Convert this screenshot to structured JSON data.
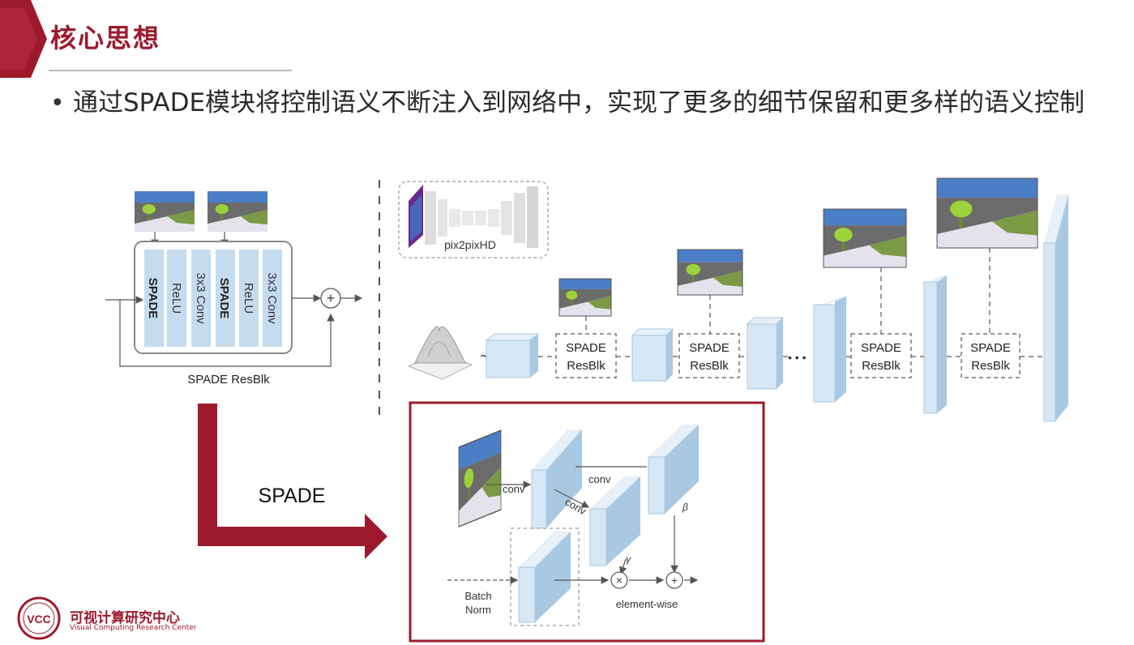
{
  "slide": {
    "title": "核心思想",
    "bullet": "•",
    "bullet_text": "通过SPADE模块将控制语义不断注入到网络中，实现了更多的细节保留和更多样的语义控制"
  },
  "resblk": {
    "layers": [
      "SPADE",
      "ReLU",
      "3x3 Conv",
      "SPADE",
      "ReLU",
      "3x3 Conv"
    ],
    "caption": "SPADE ResBlk",
    "plus": "+"
  },
  "arrow_label": "SPADE",
  "generator": {
    "baseline_label": "pix2pixHD",
    "tilde": "~",
    "block_label_1": "SPADE",
    "block_label_2": "ResBlk",
    "ellipsis": "• • •"
  },
  "spade_detail": {
    "conv_1": "conv",
    "conv_2": "conv",
    "conv_3": "conv",
    "gamma": "γ",
    "beta": "β",
    "batch_norm_1": "Batch",
    "batch_norm_2": "Norm",
    "times": "×",
    "plus": "+",
    "element_wise": "element-wise"
  },
  "logo": {
    "badge": "VCC",
    "name": "可视计算研究中心",
    "subtitle": "Visual Computing Research Center"
  },
  "colors": {
    "brand": "#9c1a2c",
    "block_fill": "#cfe3f2",
    "block_side": "#a9c8e2",
    "sky": "#4b7ec4",
    "mountain": "#6d6d6d",
    "grass": "#7b9a45",
    "ground": "#e3e0ea",
    "tree": "#9bd23a"
  }
}
